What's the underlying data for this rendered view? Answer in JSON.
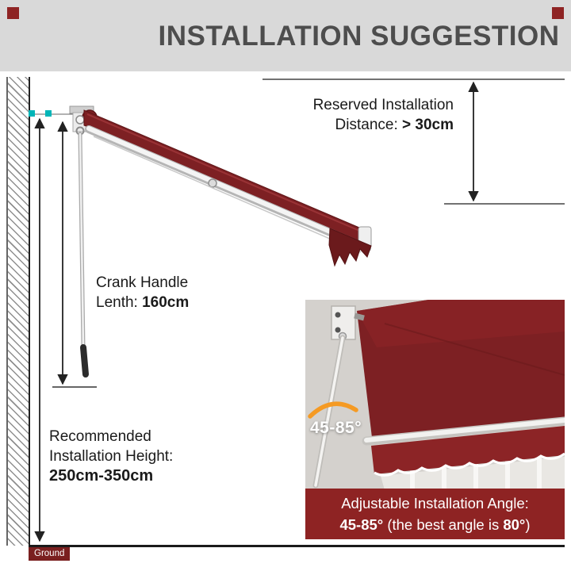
{
  "header": {
    "title": "INSTALLATION SUGGESTION"
  },
  "diagram": {
    "reserved_line1": "Reserved Installation",
    "reserved_line2_prefix": "Distance: ",
    "reserved_line2_value": "> 30cm",
    "crank_line1": "Crank Handle",
    "crank_line2_prefix": "Lenth: ",
    "crank_line2_value": "160cm",
    "height_line1": "Recommended",
    "height_line2": "Installation Height:",
    "height_value": "250cm-350cm",
    "ground_label": "Ground"
  },
  "inset": {
    "angle_label": "45-85°",
    "caption_line1": "Adjustable Installation Angle:",
    "caption_bold1": "45-85°",
    "caption_mid": " (the best angle is ",
    "caption_bold2": "80°",
    "caption_end": ")"
  },
  "colors": {
    "accent_red": "#8e2323",
    "fabric_red": "#7d2023",
    "fabric_red_dark": "#6b1a1c",
    "header_bg": "#d9d9d9",
    "header_text": "#4d4d4d",
    "teal_marker": "#00b5b8",
    "arc_orange": "#f59a23",
    "ground_red": "#7a1f1f"
  }
}
